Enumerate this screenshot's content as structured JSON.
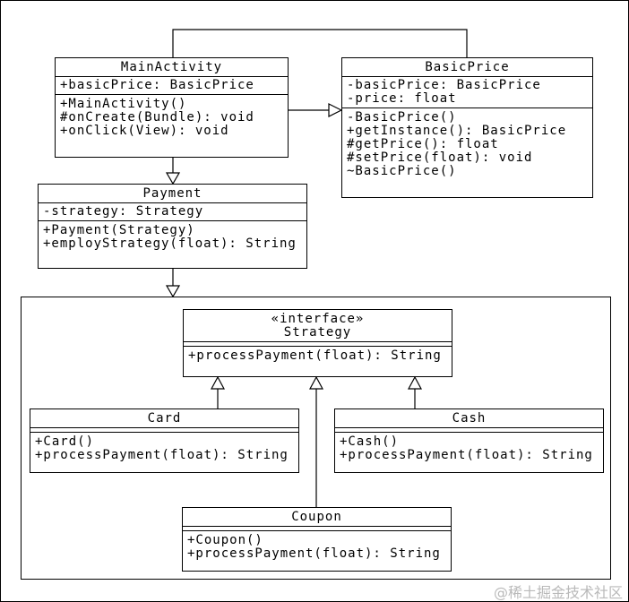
{
  "diagram": {
    "classes": {
      "main_activity": {
        "name": "MainActivity",
        "attributes": [
          "+basicPrice: BasicPrice"
        ],
        "methods": [
          "+MainActivity()",
          "#onCreate(Bundle): void",
          "+onClick(View): void"
        ]
      },
      "basic_price": {
        "name": "BasicPrice",
        "attributes": [
          "-basicPrice: BasicPrice",
          "-price: float"
        ],
        "methods": [
          "-BasicPrice()",
          "+getInstance(): BasicPrice",
          "#getPrice(): float",
          "#setPrice(float): void",
          "~BasicPrice()"
        ]
      },
      "payment": {
        "name": "Payment",
        "attributes": [
          "-strategy: Strategy"
        ],
        "methods": [
          "+Payment(Strategy)",
          "+employStrategy(float): String"
        ]
      },
      "strategy": {
        "stereotype": "«interface»",
        "name": "Strategy",
        "attributes": [],
        "methods": [
          "+processPayment(float): String"
        ]
      },
      "card": {
        "name": "Card",
        "attributes": [],
        "methods": [
          "+Card()",
          "+processPayment(float): String"
        ]
      },
      "cash": {
        "name": "Cash",
        "attributes": [],
        "methods": [
          "+Cash()",
          "+processPayment(float): String"
        ]
      },
      "coupon": {
        "name": "Coupon",
        "attributes": [],
        "methods": [
          "+Coupon()",
          "+processPayment(float): String"
        ]
      }
    },
    "watermark": "@稀土掘金技术社区",
    "colors": {
      "line": "#000000",
      "background": "#ffffff",
      "watermark": "#b9b9b9"
    }
  }
}
